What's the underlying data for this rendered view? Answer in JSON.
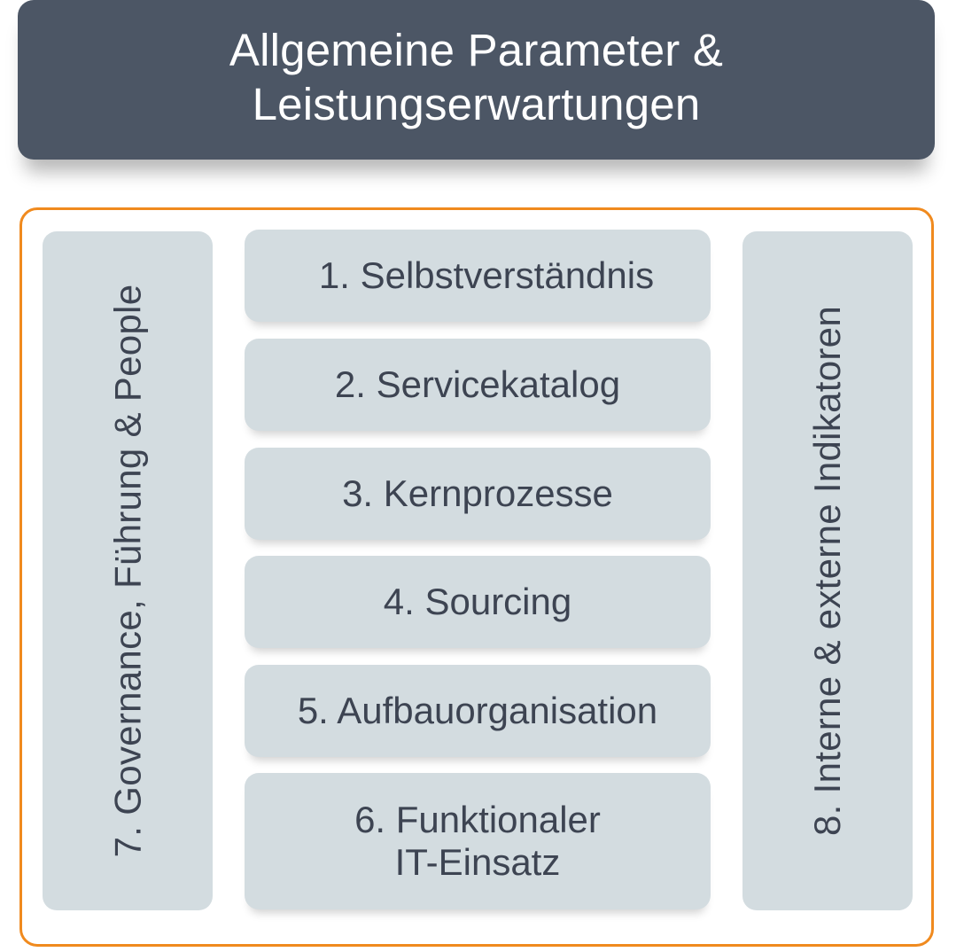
{
  "header": {
    "title": "Allgemeine Parameter &\nLeistungserwartungen"
  },
  "left_pillar": {
    "label": "7. Governance, Führung & People"
  },
  "right_pillar": {
    "label": "8. Interne & externe Indikatoren"
  },
  "steps": [
    {
      "label": "1. Selbstverständnis"
    },
    {
      "label": "2. Servicekatalog"
    },
    {
      "label": "3. Kernprozesse"
    },
    {
      "label": "4. Sourcing"
    },
    {
      "label": "5. Aufbauorganisation"
    },
    {
      "label": "6. Funktionaler\nIT-Einsatz"
    }
  ],
  "colors": {
    "header_bg": "#4c5665",
    "box_bg": "#d3dce0",
    "frame_border": "#f08a1e",
    "text": "#3d4452"
  }
}
